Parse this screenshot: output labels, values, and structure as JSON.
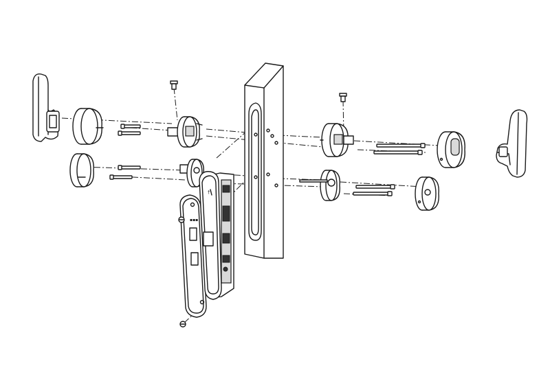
{
  "diagram": {
    "type": "exploded-assembly",
    "colors": {
      "line": "#1a1a1a",
      "background": "#ffffff",
      "shade": "#d9d9d9"
    },
    "parts": [
      "lever-handle-left",
      "rose-cover-left",
      "escutcheon-cover-left",
      "rose-base-left",
      "escutcheon-base-left",
      "screw-bolts-left",
      "grub-screw-left",
      "lock-body",
      "forend-plate",
      "forend-screws",
      "door-panel",
      "rose-base-right",
      "escutcheon-base-right",
      "through-bolts-right",
      "grub-screw-right",
      "rose-cover-right",
      "escutcheon-cover-right",
      "lever-handle-right"
    ]
  }
}
